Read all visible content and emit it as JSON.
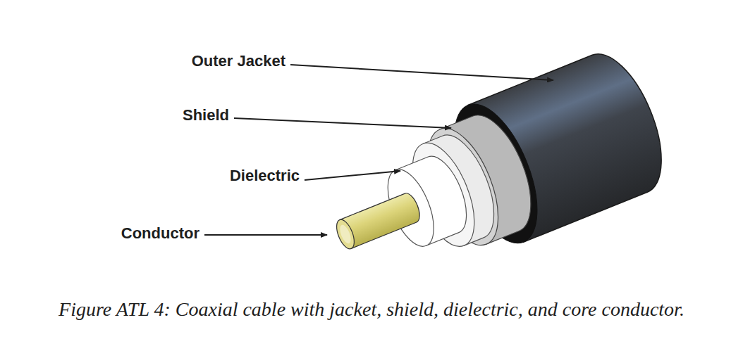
{
  "diagram": {
    "caption": "Figure ATL 4: Coaxial cable with jacket, shield, dielectric, and core conductor.",
    "labels": [
      "Outer Jacket",
      "Shield",
      "Dielectric",
      "Conductor"
    ]
  }
}
